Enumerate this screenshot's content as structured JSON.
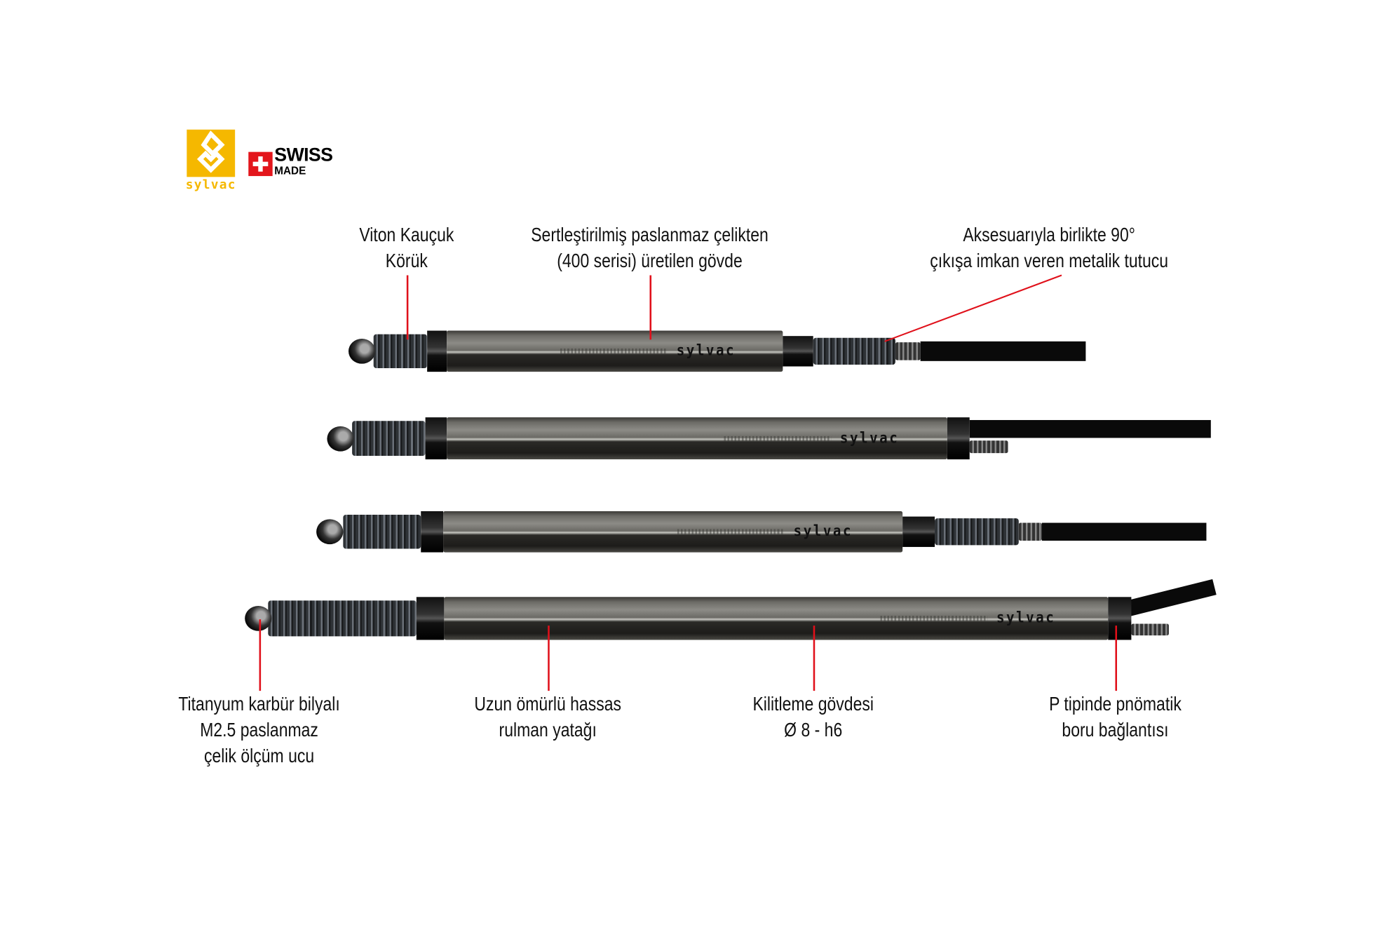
{
  "brand": {
    "logo_text": "sylvac",
    "swiss_line1": "SWISS",
    "swiss_line2": "MADE",
    "probe_logo": "sylvac"
  },
  "colors": {
    "brand_yellow": "#f5b800",
    "callout_red": "#e0101a",
    "swiss_red": "#e3161c"
  },
  "callouts_top": [
    {
      "lines": [
        "Viton Kauçuk",
        "Körük"
      ]
    },
    {
      "lines": [
        "Sertleştirilmiş paslanmaz çelikten",
        "(400 serisi) üretilen gövde"
      ]
    },
    {
      "lines": [
        "Aksesuarıyla birlikte 90°",
        "çıkışa imkan veren metalik tutucu"
      ]
    }
  ],
  "callouts_bottom": [
    {
      "lines": [
        "Titanyum karbür bilyalı",
        "M2.5 paslanmaz",
        "çelik ölçüm ucu"
      ]
    },
    {
      "lines": [
        "Uzun ömürlü hassas",
        "rulman yatağı"
      ]
    },
    {
      "lines": [
        "Kilitleme gövdesi",
        "Ø 8 - h6"
      ]
    },
    {
      "lines": [
        "P tipinde pnömatik",
        "boru bağlantısı"
      ]
    }
  ]
}
